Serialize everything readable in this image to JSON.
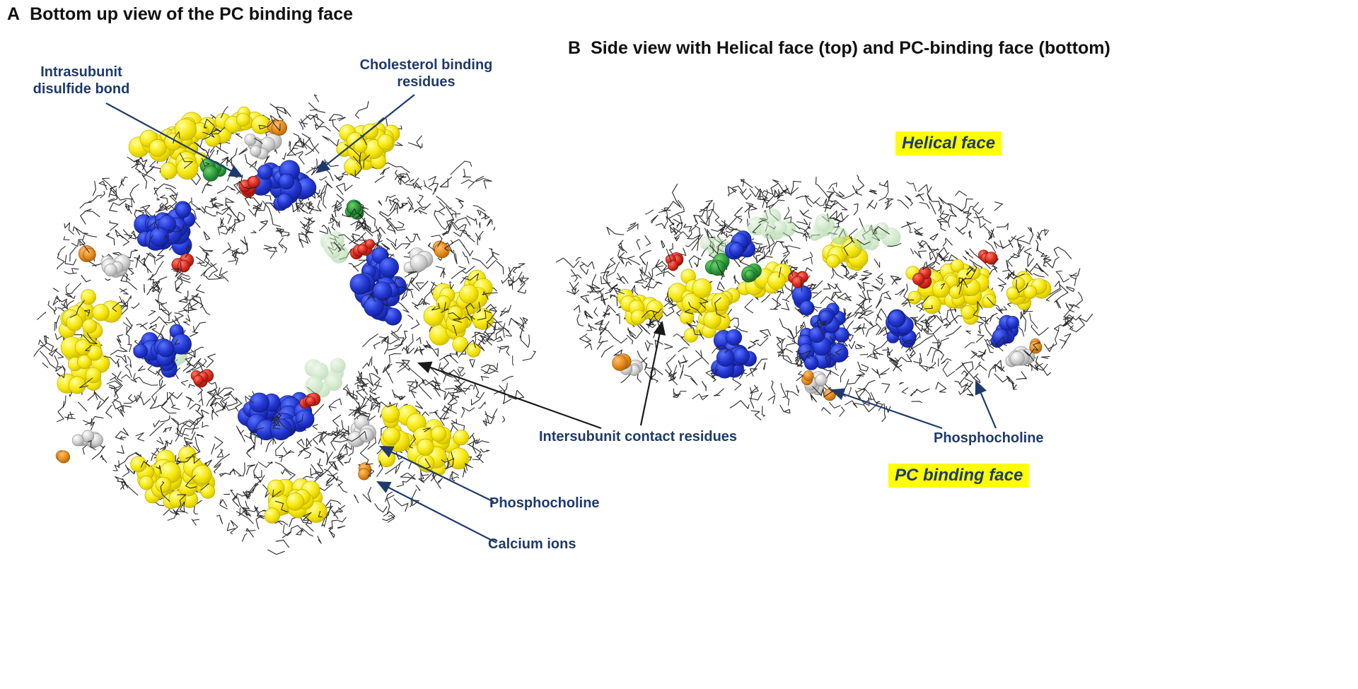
{
  "figure": {
    "panel_a": {
      "letter": "A",
      "title": "Bottom up view of the PC binding face",
      "labels": {
        "intrasubunit_disulfide_bond": "Intrasubunit disulfide bond",
        "cholesterol_binding_residues": "Cholesterol binding residues",
        "phosphocholine": "Phosphocholine",
        "calcium_ions": "Calcium ions"
      }
    },
    "panel_b": {
      "letter": "B",
      "title": "Side view with Helical face (top) and PC-binding face (bottom)",
      "labels": {
        "helical_face": "Helical face",
        "intersubunit_contact_residues": "Intersubunit contact residues",
        "phosphocholine": "Phosphocholine",
        "pc_binding_face": "PC binding face"
      }
    },
    "colors": {
      "label_text": "#1e3a6d",
      "highlight_background": "#ffff00",
      "wireframe": "#2d2d2d",
      "spheres": {
        "yellow": "#f6e70a",
        "blue": "#2236d0",
        "red": "#d92b1f",
        "orange": "#e68a1c",
        "grey": "#d0d0d0",
        "green_dark": "#2f9a3c",
        "green_light": "#b4dcaa"
      }
    }
  }
}
